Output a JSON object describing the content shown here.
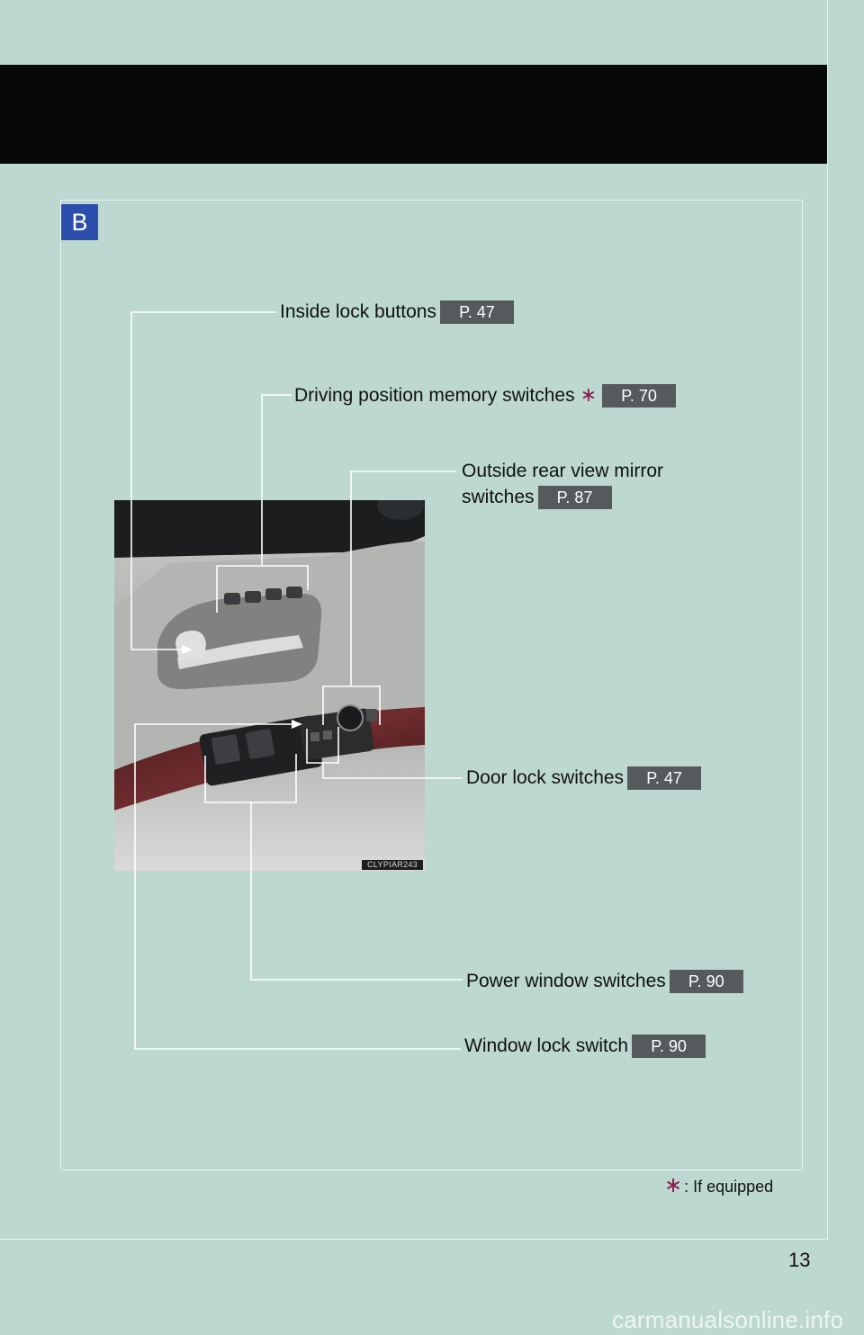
{
  "section_badge": "B",
  "callouts": {
    "inside_lock": {
      "label": "Inside lock buttons",
      "ref": "P. 47"
    },
    "memory": {
      "label": "Driving position memory switches",
      "star": "∗",
      "ref": "P. 70"
    },
    "mirror": {
      "label_line1": "Outside rear view mirror",
      "label_line2": "switches",
      "ref": "P. 87"
    },
    "door_lock": {
      "label": "Door lock switches",
      "ref": "P. 47"
    },
    "power_window": {
      "label": "Power window switches",
      "ref": "P. 90"
    },
    "window_lock": {
      "label": "Window lock switch",
      "ref": "P. 90"
    }
  },
  "photo_code": "CLYPIAR243",
  "footnote": {
    "star": "∗",
    "text": ": If equipped"
  },
  "page_number": "13",
  "watermark": "carmanualsonline.info",
  "colors": {
    "background": "#bdd8d1",
    "header": "#060709",
    "badge": "#2c4fae",
    "ref_tag": "#555a5c",
    "leader_line": "#ffffff",
    "star": "#8a1d4e"
  }
}
